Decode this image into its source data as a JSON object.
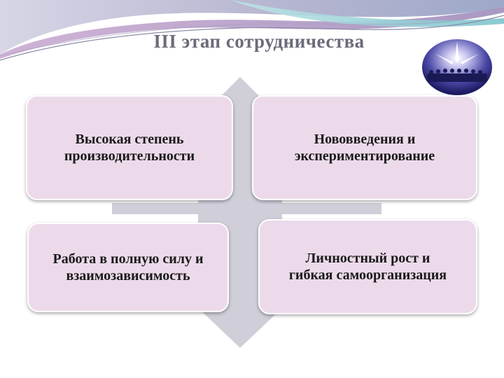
{
  "slide": {
    "title": "III  этап сотрудничества"
  },
  "diagram": {
    "boxes": [
      {
        "id": "top-left",
        "text": "Высокая степень\nпроизводительности"
      },
      {
        "id": "top-right",
        "text": "Нововведения и\nэкспериментирование"
      },
      {
        "id": "bottom-left",
        "text": "Работа в полную силу и\nвзаимозависимость"
      },
      {
        "id": "bottom-right",
        "text": "Личностный рост и\nгибкая самоорганизация"
      }
    ]
  },
  "colors": {
    "box_fill": "#ecdaea",
    "cross_fill": "#cfced9",
    "title_color": "#6b6b7a"
  }
}
